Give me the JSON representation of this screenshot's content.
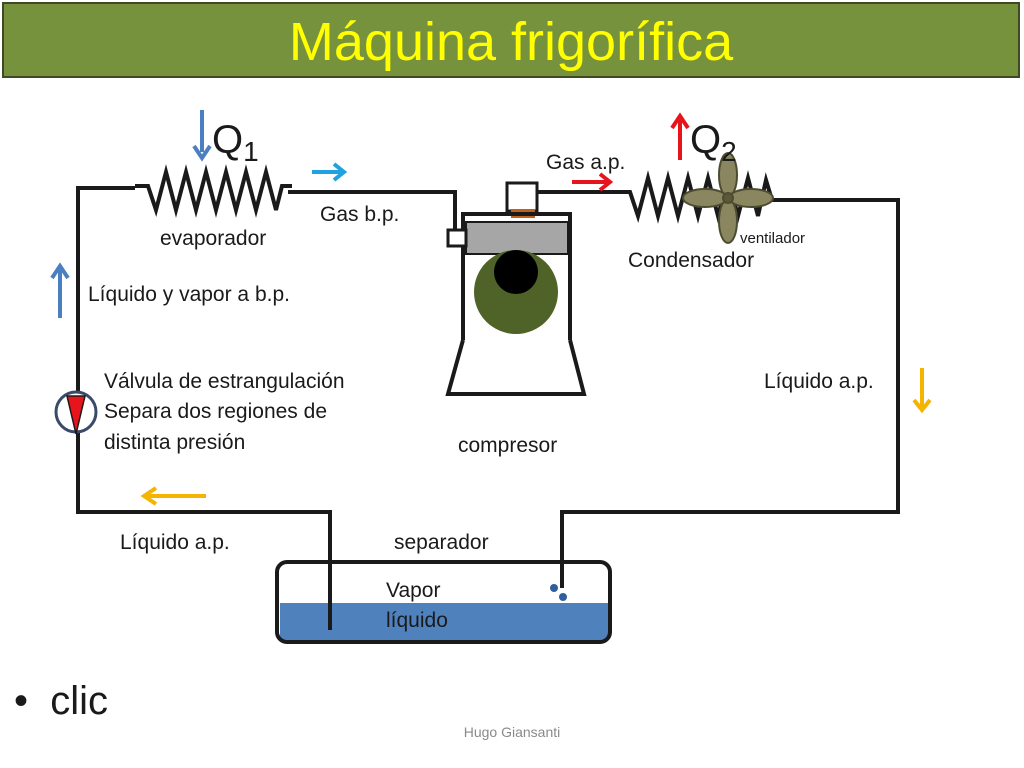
{
  "slide": {
    "title": "Máquina frigorífica",
    "bullet": "•",
    "bullet_text": "clic",
    "footer": "Hugo Giansanti"
  },
  "heat": {
    "q1_letter": "Q",
    "q1_sub": "1",
    "q2_letter": "Q",
    "q2_sub": "2"
  },
  "labels": {
    "evaporador": "evaporador",
    "gas_bp": "Gas b.p.",
    "gas_ap": "Gas a.p.",
    "ventilador": "ventilador",
    "condensador": "Condensador",
    "liquido_vapor_bp": "Líquido y vapor a b.p.",
    "valvula_line1": "Válvula de estrangulación",
    "valvula_line2": "Separa dos regiones de",
    "valvula_line3": "distinta presión",
    "liquido_ap_right": "Líquido a.p.",
    "compresor": "compresor",
    "liquido_ap_bottom": "Líquido a.p.",
    "separador": "separador",
    "vapor": "Vapor",
    "liquido": "líquido"
  },
  "colors": {
    "title_bg": "#76923c",
    "title_text": "#ffff00",
    "arrow_blue": "#4a7fc1",
    "arrow_cyan": "#1fa3e0",
    "arrow_red": "#e8141c",
    "arrow_yellow": "#f5b400",
    "liquid": "#4f81bd",
    "compressor_wheel": "#4f6228",
    "fan": "#8a8660"
  }
}
